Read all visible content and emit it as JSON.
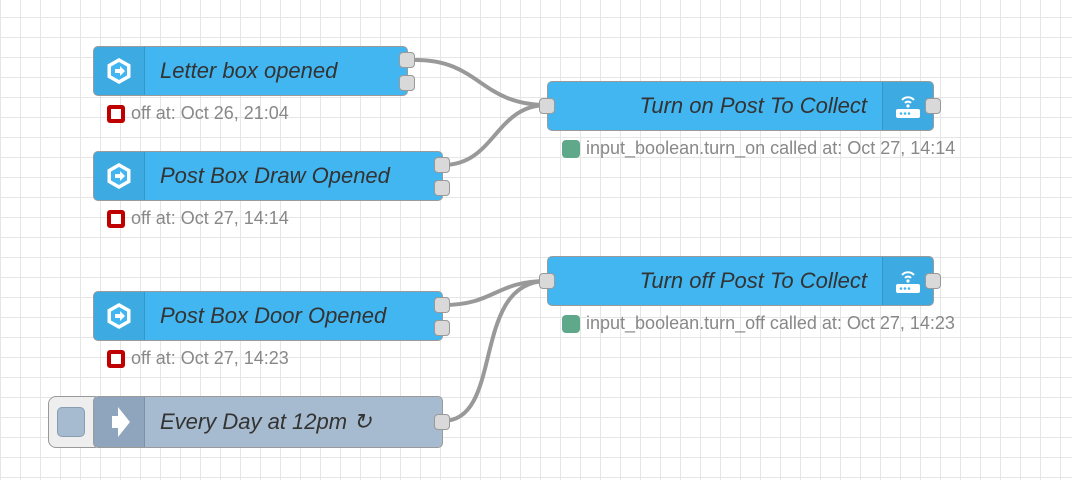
{
  "nodes": {
    "letter_box": {
      "label": "Letter box opened",
      "status": "off at: Oct 26, 21:04"
    },
    "post_box_draw": {
      "label": "Post Box Draw Opened",
      "status": "off at: Oct 27, 14:14"
    },
    "post_box_door": {
      "label": "Post Box Door Opened",
      "status": "off at: Oct 27, 14:23"
    },
    "every_day": {
      "label": "Every Day at 12pm ↻"
    },
    "turn_on": {
      "label": "Turn on Post To Collect",
      "status": "input_boolean.turn_on called at: Oct 27, 14:14"
    },
    "turn_off": {
      "label": "Turn off Post To Collect",
      "status": "input_boolean.turn_off called at: Oct 27, 14:23"
    }
  },
  "colors": {
    "event_node": "#41b6f1",
    "inject_node": "#a6bbcf",
    "status_off": "#c00000",
    "status_ok": "#5fa88a",
    "wire": "#999999"
  },
  "icons": {
    "event_node": "ha-event-icon",
    "service_node": "ha-service-icon",
    "inject_node": "inject-arrow-icon"
  }
}
